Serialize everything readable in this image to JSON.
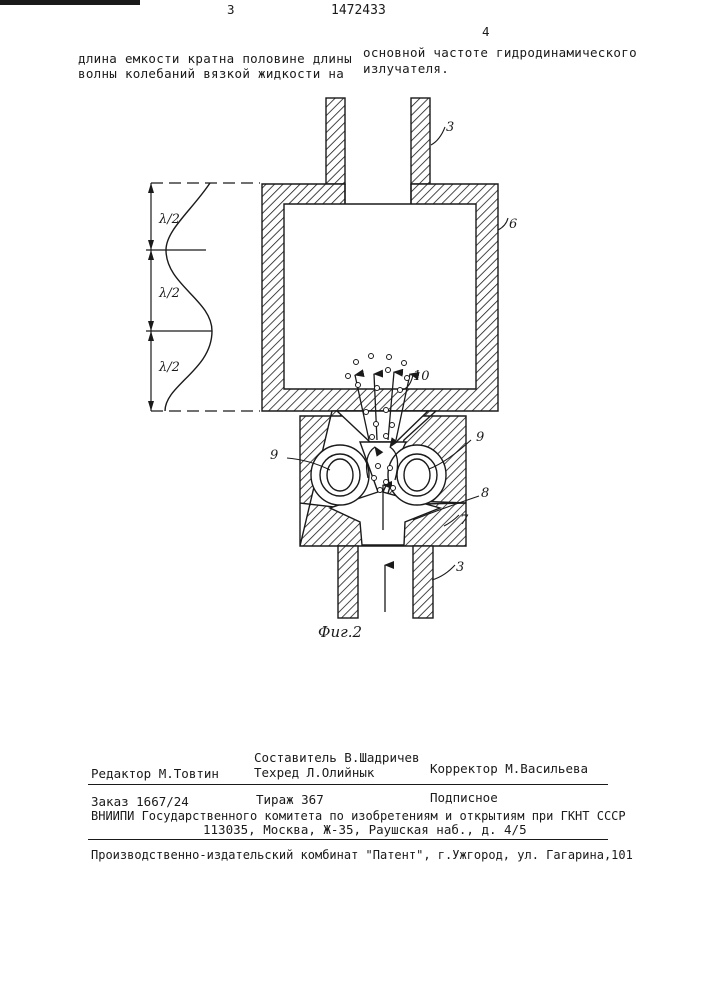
{
  "header": {
    "page_left": "3",
    "patent_number": "1472433",
    "page_right": "4"
  },
  "text": {
    "left_line1": "длина емкости кратна половине длины",
    "left_line2": "волны колебаний вязкой жидкости на",
    "right_line1": "основной частоте гидродинамического",
    "right_line2": "излучателя."
  },
  "figure": {
    "caption": "Фиг.2",
    "labels": {
      "pipe_top": "3",
      "pipe_bottom": "3",
      "tank": "6",
      "body": "7",
      "channel": "8",
      "toroid_left": "9",
      "toroid_right": "9",
      "bubbles": "10"
    },
    "half_wavelength": [
      "λ/2",
      "λ/2",
      "λ/2"
    ]
  },
  "colophon": {
    "compiler": "Составитель В.Шадричев",
    "editor": "Редактор М.Товтин",
    "techred": "Техред Л.Олийнык",
    "corrector": "Корректор М.Васильева",
    "order": "Заказ 1667/24",
    "circulation": "Тираж 367",
    "subscription": "Подписное",
    "institute": "ВНИИПИ Государственного комитета по изобретениям и открытиям при ГКНТ СССР",
    "address": "113035, Москва, Ж-35, Раушская наб., д. 4/5",
    "publisher": "Производственно-издательский комбинат \"Патент\", г.Ужгород, ул. Гагарина,101"
  }
}
